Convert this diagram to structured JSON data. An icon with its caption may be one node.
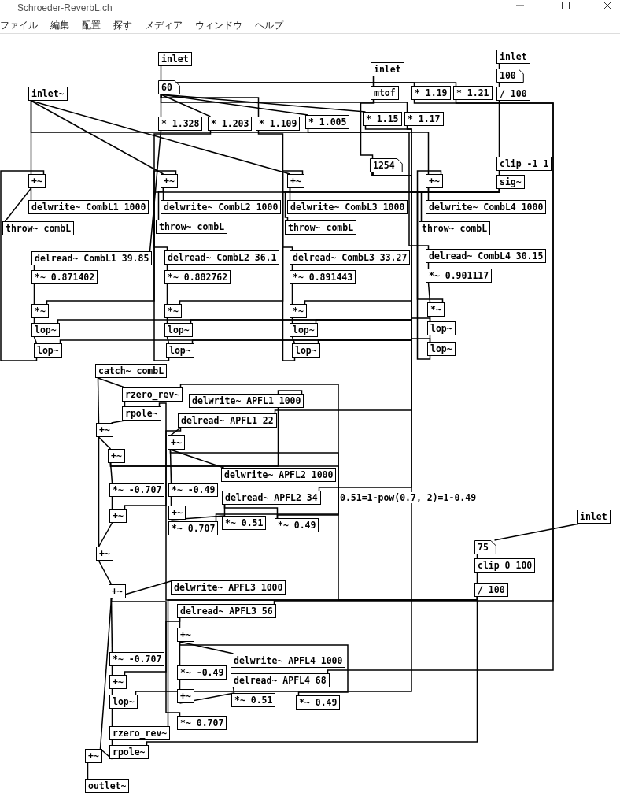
{
  "diagram": {
    "title": "Schroeder-ReverbL.ch",
    "nodes": [
      {
        "text": [
          "inlet"
        ]
      },
      {
        "text": [
          "60"
        ]
      },
      {
        "text": [
          "inlet~"
        ]
      },
      {
        "text": [
          "inlet"
        ]
      },
      {
        "text": [
          "mtof"
        ]
      },
      {
        "text": [
          "* 1.19"
        ]
      },
      {
        "text": [
          "* 1.21"
        ]
      },
      {
        "text": [
          "inlet"
        ]
      },
      {
        "text": [
          "100"
        ]
      },
      {
        "text": [
          "/ 100"
        ]
      },
      {
        "text": [
          "* 1.328"
        ]
      },
      {
        "text": [
          "* 1.203"
        ]
      },
      {
        "text": [
          "* 1.109"
        ]
      },
      {
        "text": [
          "* 1.005"
        ]
      },
      {
        "text": [
          "* 1.15"
        ]
      },
      {
        "text": [
          "* 1.17"
        ]
      },
      {
        "text": [
          "1254"
        ]
      },
      {
        "text": [
          "clip -1 1"
        ]
      },
      {
        "text": [
          "sig~"
        ]
      },
      {
        "text": [
          "+~"
        ]
      },
      {
        "text": [
          "+~"
        ]
      },
      {
        "text": [
          "+~"
        ]
      },
      {
        "text": [
          "+~"
        ]
      },
      {
        "text": [
          "delwrite~ CombL1 1000"
        ]
      },
      {
        "text": [
          "delwrite~ CombL2 1000"
        ]
      },
      {
        "text": [
          "delwrite~ CombL3 1000"
        ]
      },
      {
        "text": [
          "delwrite~ CombL4 1000"
        ]
      },
      {
        "text": [
          "throw~ combL"
        ]
      },
      {
        "text": [
          "throw~ combL"
        ]
      },
      {
        "text": [
          "throw~ combL"
        ]
      },
      {
        "text": [
          "throw~ combL"
        ]
      },
      {
        "text": [
          "delread~ CombL1 39.85"
        ]
      },
      {
        "text": [
          "delread~ CombL2 36.1"
        ]
      },
      {
        "text": [
          "delread~ CombL3 33.27"
        ]
      },
      {
        "text": [
          "delread~ CombL4 30.15"
        ]
      },
      {
        "text": [
          "*~ 0.871402"
        ]
      },
      {
        "text": [
          "*~ 0.882762"
        ]
      },
      {
        "text": [
          "*~ 0.891443"
        ]
      },
      {
        "text": [
          "*~ 0.901117"
        ]
      },
      {
        "text": [
          "*~"
        ]
      },
      {
        "text": [
          "*~"
        ]
      },
      {
        "text": [
          "*~"
        ]
      },
      {
        "text": [
          "*~"
        ]
      },
      {
        "text": [
          "lop~"
        ]
      },
      {
        "text": [
          "lop~"
        ]
      },
      {
        "text": [
          "lop~"
        ]
      },
      {
        "text": [
          "lop~"
        ]
      },
      {
        "text": [
          "lop~"
        ]
      },
      {
        "text": [
          "lop~"
        ]
      },
      {
        "text": [
          "lop~"
        ]
      },
      {
        "text": [
          "lop~"
        ]
      },
      {
        "text": [
          "catch~ combL"
        ]
      },
      {
        "text": [
          "rzero_rev~"
        ]
      },
      {
        "text": [
          "rpole~"
        ]
      },
      {
        "text": [
          "delwrite~ APFL1 1000"
        ]
      },
      {
        "text": [
          "delread~ APFL1 22"
        ]
      },
      {
        "text": [
          "+~"
        ]
      },
      {
        "text": [
          "+~"
        ]
      },
      {
        "text": [
          "+~"
        ]
      },
      {
        "text": [
          "delwrite~ APFL2 1000"
        ]
      },
      {
        "text": [
          "*~ -0.707"
        ]
      },
      {
        "text": [
          "*~ -0.49"
        ]
      },
      {
        "text": [
          "delread~ APFL2 34"
        ]
      },
      {
        "text": [
          "+~"
        ]
      },
      {
        "text": [
          "+~"
        ]
      },
      {
        "text": [
          "*~ 0.51"
        ]
      },
      {
        "text": [
          "*~ 0.49"
        ]
      },
      {
        "text": [
          "*~ 0.707"
        ]
      },
      {
        "text": [
          "+~"
        ]
      },
      {
        "text": [
          "inlet"
        ]
      },
      {
        "text": [
          "75"
        ]
      },
      {
        "text": [
          "clip 0 100"
        ]
      },
      {
        "text": [
          "/ 100"
        ]
      },
      {
        "text": [
          "+~"
        ]
      },
      {
        "text": [
          "delwrite~ APFL3 1000"
        ]
      },
      {
        "text": [
          "delread~ APFL3 56"
        ]
      },
      {
        "text": [
          "+~"
        ]
      },
      {
        "text": [
          "*~ -0.707"
        ]
      },
      {
        "text": [
          "delwrite~ APFL4 1000"
        ]
      },
      {
        "text": [
          "*~ -0.49"
        ]
      },
      {
        "text": [
          "delread~ APFL4 68"
        ]
      },
      {
        "text": [
          "+~"
        ]
      },
      {
        "text": [
          "+~"
        ]
      },
      {
        "text": [
          "*~ 0.51"
        ]
      },
      {
        "text": [
          "*~ 0.49"
        ]
      },
      {
        "text": [
          "lop~"
        ]
      },
      {
        "text": [
          "*~ 0.707"
        ]
      },
      {
        "text": [
          "rzero_rev~"
        ]
      },
      {
        "text": [
          "rpole~"
        ]
      },
      {
        "text": [
          "+~"
        ]
      },
      {
        "text": [
          "outlet~"
        ]
      }
    ],
    "edges": [
      {
        "from": 0,
        "to": 1,
        "arrow": "none"
      },
      {
        "from": 1,
        "to": 10,
        "arrow": "none"
      },
      {
        "from": 1,
        "to": 11,
        "arrow": "none"
      },
      {
        "from": 1,
        "to": 12,
        "arrow": "none"
      },
      {
        "from": 1,
        "to": 13,
        "arrow": "none"
      },
      {
        "from": 1,
        "to": 14,
        "arrow": "none"
      },
      {
        "from": 1,
        "to": 15,
        "arrow": "none"
      },
      {
        "from": 1,
        "to": 5,
        "arrow": "none"
      },
      {
        "from": 1,
        "to": 6,
        "arrow": "none"
      },
      {
        "from": 3,
        "to": 4,
        "arrow": "none"
      },
      {
        "from": 4,
        "to": 16,
        "arrow": "none"
      },
      {
        "from": 2,
        "to": 19,
        "arrow": "none"
      },
      {
        "from": 2,
        "to": 20,
        "arrow": "none"
      },
      {
        "from": 2,
        "to": 21,
        "arrow": "none"
      },
      {
        "from": 2,
        "to": 22,
        "arrow": "none"
      },
      {
        "from": 19,
        "to": 23,
        "arrow": "none"
      },
      {
        "from": 19,
        "to": 27,
        "arrow": "none"
      },
      {
        "from": 20,
        "to": 24,
        "arrow": "none"
      },
      {
        "from": 20,
        "to": 28,
        "arrow": "none"
      },
      {
        "from": 21,
        "to": 25,
        "arrow": "none"
      },
      {
        "from": 21,
        "to": 29,
        "arrow": "none"
      },
      {
        "from": 22,
        "to": 26,
        "arrow": "none"
      },
      {
        "from": 22,
        "to": 30,
        "arrow": "none"
      },
      {
        "from": 31,
        "to": 35,
        "arrow": "none"
      },
      {
        "from": 35,
        "to": 39,
        "arrow": "none"
      },
      {
        "from": 39,
        "to": 43,
        "arrow": "none"
      },
      {
        "from": 43,
        "to": 47,
        "arrow": "none"
      },
      {
        "from": 47,
        "to": 19,
        "arrow": "none"
      },
      {
        "from": 32,
        "to": 36,
        "arrow": "none"
      },
      {
        "from": 36,
        "to": 40,
        "arrow": "none"
      },
      {
        "from": 40,
        "to": 44,
        "arrow": "none"
      },
      {
        "from": 44,
        "to": 48,
        "arrow": "none"
      },
      {
        "from": 48,
        "to": 20,
        "arrow": "none"
      },
      {
        "from": 33,
        "to": 37,
        "arrow": "none"
      },
      {
        "from": 37,
        "to": 41,
        "arrow": "none"
      },
      {
        "from": 41,
        "to": 45,
        "arrow": "none"
      },
      {
        "from": 45,
        "to": 49,
        "arrow": "none"
      },
      {
        "from": 49,
        "to": 21,
        "arrow": "none"
      },
      {
        "from": 34,
        "to": 38,
        "arrow": "none"
      },
      {
        "from": 38,
        "to": 42,
        "arrow": "none"
      },
      {
        "from": 42,
        "to": 46,
        "arrow": "none"
      },
      {
        "from": 46,
        "to": 50,
        "arrow": "none"
      },
      {
        "from": 50,
        "to": 22,
        "arrow": "none"
      },
      {
        "from": 18,
        "to": 39,
        "arrow": "none"
      },
      {
        "from": 18,
        "to": 40,
        "arrow": "none"
      },
      {
        "from": 18,
        "to": 41,
        "arrow": "none"
      },
      {
        "from": 18,
        "to": 42,
        "arrow": "none"
      },
      {
        "from": 7,
        "to": 8,
        "arrow": "none"
      },
      {
        "from": 8,
        "to": 9,
        "arrow": "none"
      },
      {
        "from": 9,
        "to": 17,
        "arrow": "none"
      },
      {
        "from": 17,
        "to": 18,
        "arrow": "none"
      },
      {
        "from": 16,
        "to": 43,
        "arrow": "none"
      },
      {
        "from": 16,
        "to": 44,
        "arrow": "none"
      },
      {
        "from": 16,
        "to": 45,
        "arrow": "none"
      },
      {
        "from": 16,
        "to": 46,
        "arrow": "none"
      },
      {
        "from": 16,
        "to": 47,
        "arrow": "none"
      },
      {
        "from": 16,
        "to": 48,
        "arrow": "none"
      },
      {
        "from": 16,
        "to": 49,
        "arrow": "none"
      },
      {
        "from": 16,
        "to": 50,
        "arrow": "none"
      },
      {
        "from": 10,
        "to": 31,
        "arrow": "none"
      },
      {
        "from": 11,
        "to": 32,
        "arrow": "none"
      },
      {
        "from": 12,
        "to": 33,
        "arrow": "none"
      },
      {
        "from": 13,
        "to": 34,
        "arrow": "none"
      },
      {
        "from": 14,
        "to": 55,
        "arrow": "none"
      },
      {
        "from": 15,
        "to": 62,
        "arrow": "none"
      },
      {
        "from": 5,
        "to": 75,
        "arrow": "none"
      },
      {
        "from": 6,
        "to": 80,
        "arrow": "none"
      },
      {
        "from": 51,
        "to": 56,
        "arrow": "none"
      },
      {
        "from": 51,
        "to": 52,
        "arrow": "none"
      },
      {
        "from": 52,
        "to": 53,
        "arrow": "none"
      },
      {
        "from": 53,
        "to": 56,
        "arrow": "none"
      },
      {
        "from": 56,
        "to": 57,
        "arrow": "none"
      },
      {
        "from": 57,
        "to": 54,
        "arrow": "none"
      },
      {
        "from": 57,
        "to": 60,
        "arrow": "none"
      },
      {
        "from": 60,
        "to": 63,
        "arrow": "none"
      },
      {
        "from": 55,
        "to": 63,
        "arrow": "none"
      },
      {
        "from": 57,
        "to": 67,
        "arrow": "none"
      },
      {
        "from": 55,
        "to": 58,
        "arrow": "none"
      },
      {
        "from": 58,
        "to": 59,
        "arrow": "none"
      },
      {
        "from": 58,
        "to": 61,
        "arrow": "none"
      },
      {
        "from": 61,
        "to": 64,
        "arrow": "none"
      },
      {
        "from": 64,
        "to": 65,
        "arrow": "none"
      },
      {
        "from": 62,
        "to": 65,
        "arrow": "none"
      },
      {
        "from": 62,
        "to": 66,
        "arrow": "none"
      },
      {
        "from": 58,
        "to": 66,
        "arrow": "none"
      },
      {
        "from": 63,
        "to": 68,
        "arrow": "none"
      },
      {
        "from": 56,
        "to": 68,
        "arrow": "none"
      },
      {
        "from": 69,
        "to": 70,
        "arrow": "none"
      },
      {
        "from": 70,
        "to": 71,
        "arrow": "none"
      },
      {
        "from": 71,
        "to": 72,
        "arrow": "none"
      },
      {
        "from": 72,
        "to": 52,
        "arrow": "none"
      },
      {
        "from": 72,
        "to": 53,
        "arrow": "none"
      },
      {
        "from": 68,
        "to": 73,
        "arrow": "none"
      },
      {
        "from": 73,
        "to": 74,
        "arrow": "none"
      },
      {
        "from": 73,
        "to": 77,
        "arrow": "none"
      },
      {
        "from": 77,
        "to": 81,
        "arrow": "none"
      },
      {
        "from": 75,
        "to": 81,
        "arrow": "none"
      },
      {
        "from": 81,
        "to": 85,
        "arrow": "none"
      },
      {
        "from": 85,
        "to": 87,
        "arrow": "none"
      },
      {
        "from": 87,
        "to": 88,
        "arrow": "none"
      },
      {
        "from": 88,
        "to": 89,
        "arrow": "none"
      },
      {
        "from": 73,
        "to": 89,
        "arrow": "none"
      },
      {
        "from": 89,
        "to": 90,
        "arrow": "none"
      },
      {
        "from": 73,
        "to": 86,
        "arrow": "none"
      },
      {
        "from": 75,
        "to": 76,
        "arrow": "none"
      },
      {
        "from": 76,
        "to": 78,
        "arrow": "none"
      },
      {
        "from": 76,
        "to": 79,
        "arrow": "none"
      },
      {
        "from": 79,
        "to": 82,
        "arrow": "none"
      },
      {
        "from": 82,
        "to": 83,
        "arrow": "none"
      },
      {
        "from": 80,
        "to": 83,
        "arrow": "none"
      },
      {
        "from": 76,
        "to": 84,
        "arrow": "none"
      },
      {
        "from": 72,
        "to": 87,
        "arrow": "none"
      },
      {
        "from": 72,
        "to": 88,
        "arrow": "none"
      },
      {
        "from": 16,
        "to": 85,
        "arrow": "none"
      }
    ],
    "labels": [
      "ファイル",
      "編集",
      "配置",
      "探す",
      "メディア",
      "ウィンドウ",
      "ヘルプ",
      "0.51=1-pow(0.7, 2)=1-0.49"
    ]
  }
}
